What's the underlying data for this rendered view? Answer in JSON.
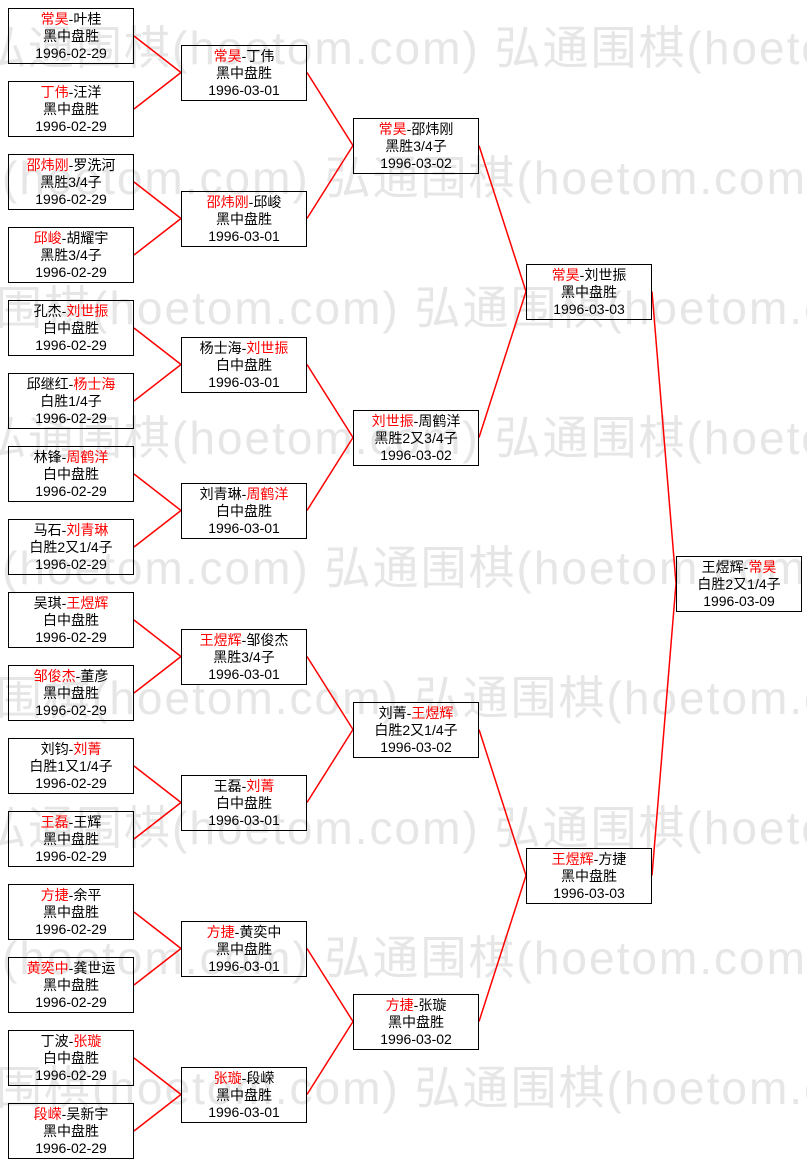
{
  "watermark": {
    "text": "弘通围棋(hoetom.com)"
  },
  "colors": {
    "winner_name": "#ff0000",
    "connector_line": "#ff0000",
    "text": "#000000",
    "box_border": "#000000",
    "watermark": "#e6e6e6",
    "background": "#ffffff"
  },
  "bracket": {
    "rounds": [
      {
        "matches": [
          {
            "players": [
              {
                "name": "常昊",
                "winner": true
              },
              {
                "name": "叶桂",
                "winner": false
              }
            ],
            "result": "黑中盘胜",
            "date": "1996-02-29"
          },
          {
            "players": [
              {
                "name": "丁伟",
                "winner": true
              },
              {
                "name": "汪洋",
                "winner": false
              }
            ],
            "result": "黑中盘胜",
            "date": "1996-02-29"
          },
          {
            "players": [
              {
                "name": "邵炜刚",
                "winner": true
              },
              {
                "name": "罗洗河",
                "winner": false
              }
            ],
            "result": "黑胜3/4子",
            "date": "1996-02-29"
          },
          {
            "players": [
              {
                "name": "邱峻",
                "winner": true
              },
              {
                "name": "胡耀宇",
                "winner": false
              }
            ],
            "result": "黑胜3/4子",
            "date": "1996-02-29"
          },
          {
            "players": [
              {
                "name": "孔杰",
                "winner": false
              },
              {
                "name": "刘世振",
                "winner": true
              }
            ],
            "result": "白中盘胜",
            "date": "1996-02-29"
          },
          {
            "players": [
              {
                "name": "邱继红",
                "winner": false
              },
              {
                "name": "杨士海",
                "winner": true
              }
            ],
            "result": "白胜1/4子",
            "date": "1996-02-29"
          },
          {
            "players": [
              {
                "name": "林锋",
                "winner": false
              },
              {
                "name": "周鹤洋",
                "winner": true
              }
            ],
            "result": "白中盘胜",
            "date": "1996-02-29"
          },
          {
            "players": [
              {
                "name": "马石",
                "winner": false
              },
              {
                "name": "刘青琳",
                "winner": true
              }
            ],
            "result": "白胜2又1/4子",
            "date": "1996-02-29"
          },
          {
            "players": [
              {
                "name": "吴琪",
                "winner": false
              },
              {
                "name": "王煜辉",
                "winner": true
              }
            ],
            "result": "白中盘胜",
            "date": "1996-02-29"
          },
          {
            "players": [
              {
                "name": "邹俊杰",
                "winner": true
              },
              {
                "name": "董彦",
                "winner": false
              }
            ],
            "result": "黑中盘胜",
            "date": "1996-02-29"
          },
          {
            "players": [
              {
                "name": "刘钧",
                "winner": false
              },
              {
                "name": "刘菁",
                "winner": true
              }
            ],
            "result": "白胜1又1/4子",
            "date": "1996-02-29"
          },
          {
            "players": [
              {
                "name": "王磊",
                "winner": true
              },
              {
                "name": "王辉",
                "winner": false
              }
            ],
            "result": "黑中盘胜",
            "date": "1996-02-29"
          },
          {
            "players": [
              {
                "name": "方捷",
                "winner": true
              },
              {
                "name": "余平",
                "winner": false
              }
            ],
            "result": "黑中盘胜",
            "date": "1996-02-29"
          },
          {
            "players": [
              {
                "name": "黄奕中",
                "winner": true
              },
              {
                "name": "龚世运",
                "winner": false
              }
            ],
            "result": "黑中盘胜",
            "date": "1996-02-29"
          },
          {
            "players": [
              {
                "name": "丁波",
                "winner": false
              },
              {
                "name": "张璇",
                "winner": true
              }
            ],
            "result": "白中盘胜",
            "date": "1996-02-29"
          },
          {
            "players": [
              {
                "name": "段嵘",
                "winner": true
              },
              {
                "name": "吴新宇",
                "winner": false
              }
            ],
            "result": "黑中盘胜",
            "date": "1996-02-29"
          }
        ]
      },
      {
        "matches": [
          {
            "players": [
              {
                "name": "常昊",
                "winner": true
              },
              {
                "name": "丁伟",
                "winner": false
              }
            ],
            "result": "黑中盘胜",
            "date": "1996-03-01"
          },
          {
            "players": [
              {
                "name": "邵炜刚",
                "winner": true
              },
              {
                "name": "邱峻",
                "winner": false
              }
            ],
            "result": "黑中盘胜",
            "date": "1996-03-01"
          },
          {
            "players": [
              {
                "name": "杨士海",
                "winner": false
              },
              {
                "name": "刘世振",
                "winner": true
              }
            ],
            "result": "白中盘胜",
            "date": "1996-03-01"
          },
          {
            "players": [
              {
                "name": "刘青琳",
                "winner": false
              },
              {
                "name": "周鹤洋",
                "winner": true
              }
            ],
            "result": "白中盘胜",
            "date": "1996-03-01"
          },
          {
            "players": [
              {
                "name": "王煜辉",
                "winner": true
              },
              {
                "name": "邹俊杰",
                "winner": false
              }
            ],
            "result": "黑胜3/4子",
            "date": "1996-03-01"
          },
          {
            "players": [
              {
                "name": "王磊",
                "winner": false
              },
              {
                "name": "刘菁",
                "winner": true
              }
            ],
            "result": "白中盘胜",
            "date": "1996-03-01"
          },
          {
            "players": [
              {
                "name": "方捷",
                "winner": true
              },
              {
                "name": "黄奕中",
                "winner": false
              }
            ],
            "result": "黑中盘胜",
            "date": "1996-03-01"
          },
          {
            "players": [
              {
                "name": "张璇",
                "winner": true
              },
              {
                "name": "段嵘",
                "winner": false
              }
            ],
            "result": "黑中盘胜",
            "date": "1996-03-01"
          }
        ]
      },
      {
        "matches": [
          {
            "players": [
              {
                "name": "常昊",
                "winner": true
              },
              {
                "name": "邵炜刚",
                "winner": false
              }
            ],
            "result": "黑胜3/4子",
            "date": "1996-03-02"
          },
          {
            "players": [
              {
                "name": "刘世振",
                "winner": true
              },
              {
                "name": "周鹤洋",
                "winner": false
              }
            ],
            "result": "黑胜2又3/4子",
            "date": "1996-03-02"
          },
          {
            "players": [
              {
                "name": "刘菁",
                "winner": false
              },
              {
                "name": "王煜辉",
                "winner": true
              }
            ],
            "result": "白胜2又1/4子",
            "date": "1996-03-02"
          },
          {
            "players": [
              {
                "name": "方捷",
                "winner": true
              },
              {
                "name": "张璇",
                "winner": false
              }
            ],
            "result": "黑中盘胜",
            "date": "1996-03-02"
          }
        ]
      },
      {
        "matches": [
          {
            "players": [
              {
                "name": "常昊",
                "winner": true
              },
              {
                "name": "刘世振",
                "winner": false
              }
            ],
            "result": "黑中盘胜",
            "date": "1996-03-03"
          },
          {
            "players": [
              {
                "name": "王煜辉",
                "winner": true
              },
              {
                "name": "方捷",
                "winner": false
              }
            ],
            "result": "黑中盘胜",
            "date": "1996-03-03"
          }
        ]
      },
      {
        "matches": [
          {
            "players": [
              {
                "name": "王煜辉",
                "winner": false
              },
              {
                "name": "常昊",
                "winner": true
              }
            ],
            "result": "白胜2又1/4子",
            "date": "1996-03-09"
          }
        ]
      }
    ]
  }
}
